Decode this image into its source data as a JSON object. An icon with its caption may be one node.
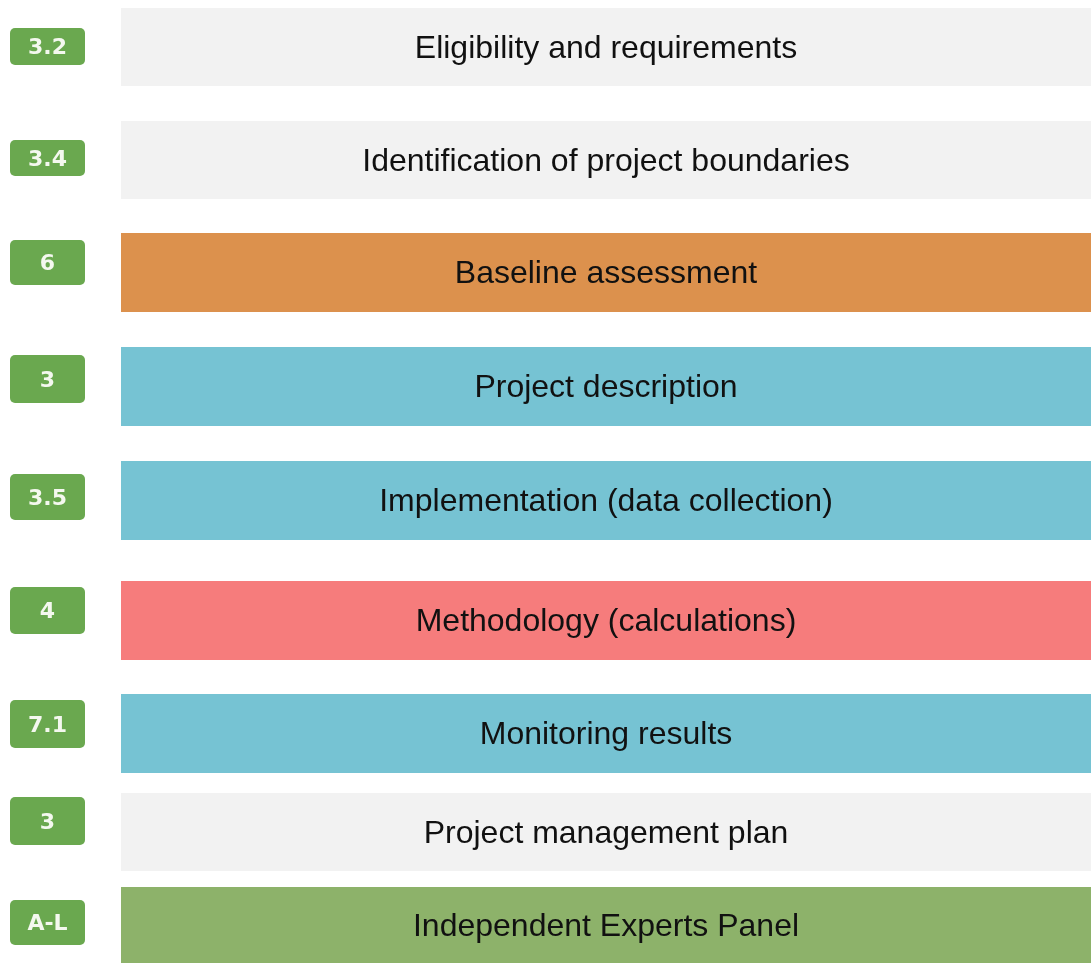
{
  "diagram": {
    "nodes": [
      {
        "text": [
          "3.2"
        ]
      },
      {
        "text": [
          "Eligibility and requirements"
        ]
      },
      {
        "text": [
          "3.4"
        ]
      },
      {
        "text": [
          "Identification of project boundaries"
        ]
      },
      {
        "text": [
          "6"
        ]
      },
      {
        "text": [
          "Baseline assessment"
        ]
      },
      {
        "text": [
          "3"
        ]
      },
      {
        "text": [
          "Project description"
        ]
      },
      {
        "text": [
          "3.5"
        ]
      },
      {
        "text": [
          "Implementation (data collection)"
        ]
      },
      {
        "text": [
          "4"
        ]
      },
      {
        "text": [
          "Methodology (calculations)"
        ]
      },
      {
        "text": [
          "7.1"
        ]
      },
      {
        "text": [
          "Monitoring results"
        ]
      },
      {
        "text": [
          "3"
        ]
      },
      {
        "text": [
          "Project management plan"
        ]
      },
      {
        "text": [
          "A-L"
        ]
      },
      {
        "text": [
          "Independent Experts Panel"
        ]
      }
    ]
  }
}
